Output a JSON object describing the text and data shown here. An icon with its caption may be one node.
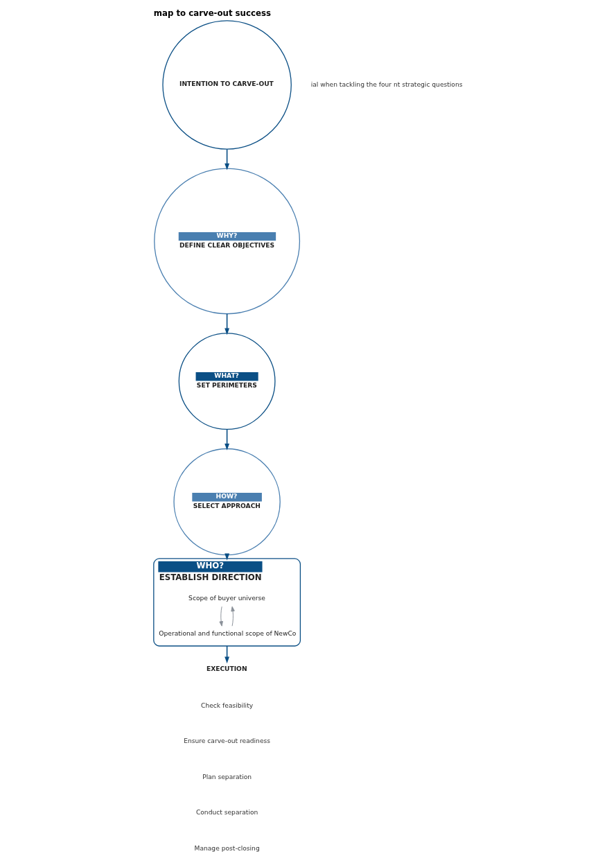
{
  "diagram": {
    "title": "map to carve-out success",
    "nodes": [
      {
        "text": [
          "INTENTION TO CARVE-OUT"
        ]
      },
      {
        "text": [
          "WHY?",
          "DEFINE CLEAR OBJECTIVES"
        ]
      },
      {
        "text": [
          "WHAT?",
          "SET PERIMETERS"
        ]
      },
      {
        "text": [
          "HOW?",
          "SELECT APPROACH"
        ]
      },
      {
        "text": [
          "WHO?",
          "ESTABLISH DIRECTION"
        ]
      },
      {
        "text": [
          "Scope of buyer universe"
        ],
        "in": 4
      },
      {
        "text": [
          "Operational and functional scope of NewCo"
        ],
        "in": 4
      },
      {
        "text": [
          "EXECUTION"
        ]
      }
    ],
    "edges": [
      {
        "from": 0,
        "to": 1,
        "arrow": "to"
      },
      {
        "from": 1,
        "to": 2,
        "arrow": "to"
      },
      {
        "from": 2,
        "to": 3,
        "arrow": "to"
      },
      {
        "from": 3,
        "to": 4,
        "arrow": "to"
      },
      {
        "from": 5,
        "to": 6,
        "arrow": "to",
        "color": "#8a9099"
      },
      {
        "from": 6,
        "to": 5,
        "arrow": "to",
        "color": "#8a9099"
      },
      {
        "from": 4,
        "to": 7,
        "arrow": "to"
      }
    ],
    "labels": [
      "ial when tackling the four nt strategic questions",
      "Check feasibility",
      "Ensure carve-out readiness",
      "Plan separation",
      "Conduct separation",
      "Manage post-closing"
    ]
  }
}
